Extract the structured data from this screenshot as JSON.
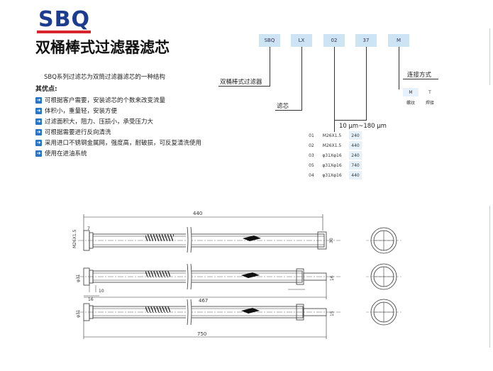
{
  "brand": {
    "logo": "SBQ"
  },
  "title": "双桶棒式过滤器滤芯",
  "intro": "SBQ系列过滤芯为双筒过滤器滤芯的一种结构",
  "advantages_title": "其优点:",
  "features": [
    "可根据客户需要，安装滤芯的个数来改变流量",
    "体积小，重量轻，安装方便",
    "过滤面积大，阻力、压损小，承受压力大",
    "可根据需要进行反向清洗",
    "采用进口不锈钢金属网，强度高，耐破损，可反复清洗使用",
    "使用在进油系统"
  ],
  "model_code": {
    "segments": [
      "SBQ",
      "LX",
      "02",
      "37",
      "M"
    ],
    "labels": {
      "filter": "双桶棒式过滤器",
      "element": "滤芯",
      "precision": "10 μm~180 μm",
      "connection": "连接方式"
    },
    "connection_table": {
      "codes": [
        "M",
        "T"
      ],
      "names": [
        "螺纹",
        "焊接"
      ]
    },
    "size_table": [
      {
        "code": "01",
        "thread": "M26X1.5",
        "length": "240"
      },
      {
        "code": "02",
        "thread": "M26X1.5",
        "length": "440"
      },
      {
        "code": "03",
        "thread": "φ31Xφ16",
        "length": "240"
      },
      {
        "code": "05",
        "thread": "φ31Xφ16",
        "length": "740"
      },
      {
        "code": "04",
        "thread": "φ31Xφ16",
        "length": "440"
      }
    ]
  },
  "drawing": {
    "d1": {
      "overall": "440",
      "thread": "M26X1.5",
      "head": "7",
      "right": "30"
    },
    "d2": {
      "dia": "φ31",
      "a": "10",
      "b": "16",
      "overall": "467",
      "right": "16"
    },
    "d3": {
      "dia": "φ31",
      "overall": "750",
      "right": "15"
    }
  }
}
